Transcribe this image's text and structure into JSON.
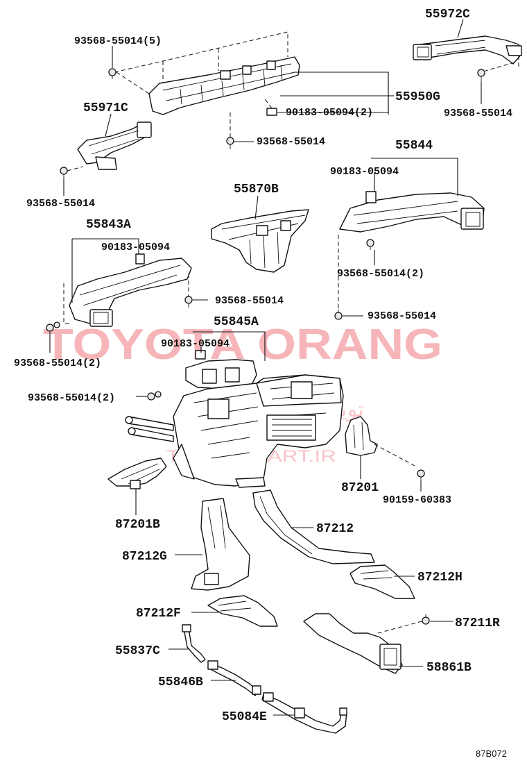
{
  "watermark": {
    "main": "TOYOTA ORANG",
    "persian": "تویوتا اورنگ",
    "site": "TOYOTAPART.IR"
  },
  "diagram_code": "87B072",
  "labels": {
    "p55972C": "55972C",
    "p93568_55014_5": "93568-55014(5)",
    "p55950G": "55950G",
    "p90183_05094_2": "90183-05094(2)",
    "p93568_55014_a": "93568-55014",
    "p55971C": "55971C",
    "p93568_55014_b": "93568-55014",
    "p93568_55014_c": "93568-55014",
    "p55844": "55844",
    "p90183_05094_a": "90183-05094",
    "p55870B": "55870B",
    "p55843A": "55843A",
    "p90183_05094_b": "90183-05094",
    "p93568_55014_2a": "93568-55014(2)",
    "p93568_55014_d": "93568-55014",
    "p93568_55014_e": "93568-55014",
    "p55845A": "55845A",
    "p90183_05094_c": "90183-05094",
    "p93568_55014_2b": "93568-55014(2)",
    "p93568_55014_2c": "93568-55014(2)",
    "p87201": "87201",
    "p90159_60383": "90159-60383",
    "p87201B": "87201B",
    "p87212": "87212",
    "p87212G": "87212G",
    "p87212H": "87212H",
    "p87212F": "87212F",
    "p87211R": "87211R",
    "p55837C": "55837C",
    "p58861B": "58861B",
    "p55846B": "55846B",
    "p55084E": "55084E"
  }
}
